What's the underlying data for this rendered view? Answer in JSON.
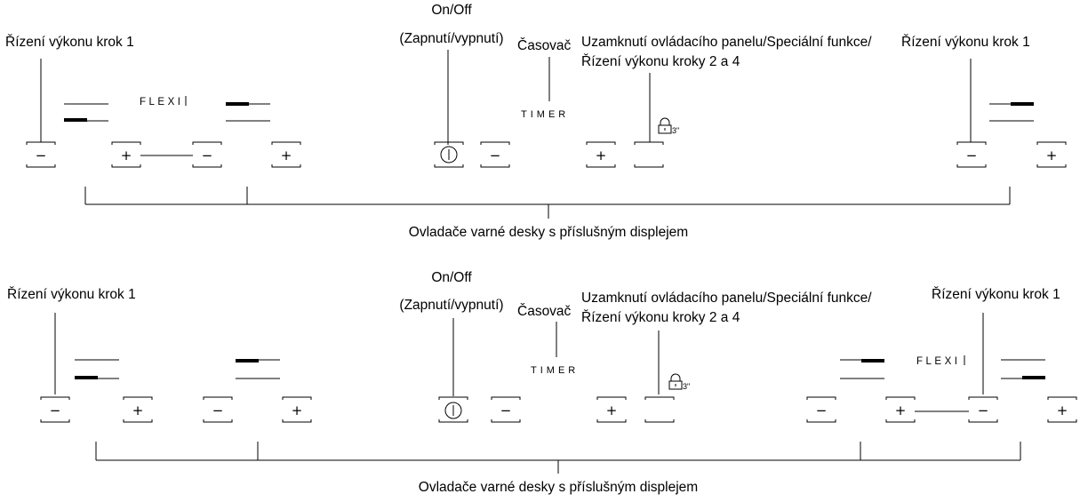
{
  "panels": [
    {
      "labels": {
        "power_left": "Řízení výkonu krok 1",
        "onoff_1": "On/Off",
        "onoff_2": "(Zapnutí/vypnutí)",
        "timer_label": "Časovač",
        "lock_1": "Uzamknutí ovládacího panelu/Speciální funkce/",
        "lock_2": "Řízení výkonu kroky 2 a 4",
        "power_right": "Řízení výkonu krok 1",
        "controls": "Ovladače varné desky s příslušným displejem"
      },
      "timer_text": "TIMER",
      "flexi_text": "FLEXI",
      "lock_duration": "3\""
    },
    {
      "labels": {
        "power_left": "Řízení výkonu krok 1",
        "onoff_1": "On/Off",
        "onoff_2": "(Zapnutí/vypnutí)",
        "timer_label": "Časovač",
        "lock_1": "Uzamknutí ovládacího panelu/Speciální funkce/",
        "lock_2": "Řízení výkonu kroky 2 a 4",
        "power_right": "Řízení výkonu krok 1",
        "controls": "Ovladače varné desky s příslušným displejem"
      },
      "timer_text": "TIMER",
      "flexi_text": "FLEXI",
      "lock_duration": "3\""
    }
  ],
  "glyphs": {
    "minus": "−",
    "plus": "+",
    "power": "on-off-icon"
  }
}
